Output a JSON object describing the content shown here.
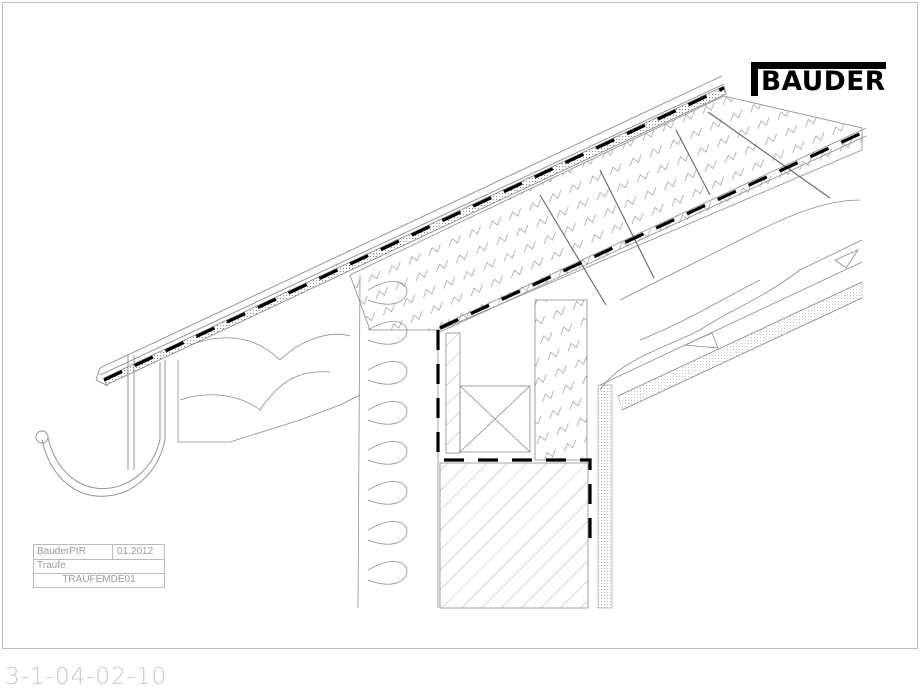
{
  "drawing": {
    "type": "construction-detail",
    "subject": "eaves detail (Traufe) with PIR roof insulation",
    "colors": {
      "line": "#8c8c8c",
      "membrane": "#000000",
      "border": "#bdbdbd",
      "docnum": "#c8c8c8"
    }
  },
  "logo": {
    "text": "BAUDER"
  },
  "titleblock": {
    "product": "BauderPIR",
    "date": "01.2012",
    "title": "Traufe",
    "code": "TRAUFEMDE01"
  },
  "document_number": "3-1-04-02-10"
}
